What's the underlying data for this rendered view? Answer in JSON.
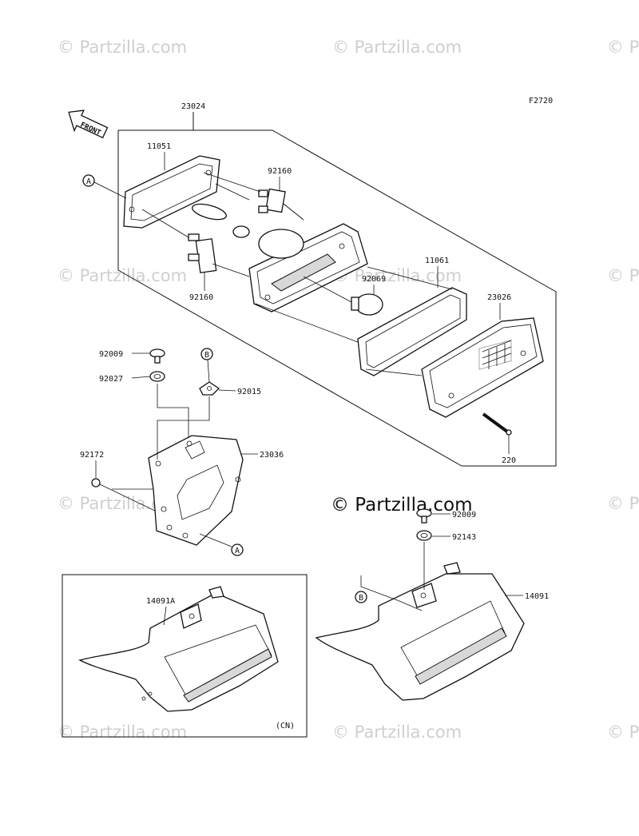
{
  "figure_code": "F2720",
  "front_label": "FRONT",
  "watermark_text": "© Partzilla.com",
  "center_watermark": "© Partzilla.com",
  "variant_note": "(CN)",
  "callouts": {
    "a_upper": "A",
    "a_lower": "A",
    "b_upper": "B",
    "b_lower": "B"
  },
  "part_numbers": {
    "p23024": "23024",
    "p11051": "11051",
    "p92160_top": "92160",
    "p92160_bottom": "92160",
    "p11061": "11061",
    "p92069": "92069",
    "p23026": "23026",
    "p220": "220",
    "p92009_left": "92009",
    "p92027": "92027",
    "p92015": "92015",
    "p92172": "92172",
    "p23036": "23036",
    "p92009_right": "92009",
    "p92143": "92143",
    "p14091A": "14091A",
    "p14091": "14091"
  }
}
